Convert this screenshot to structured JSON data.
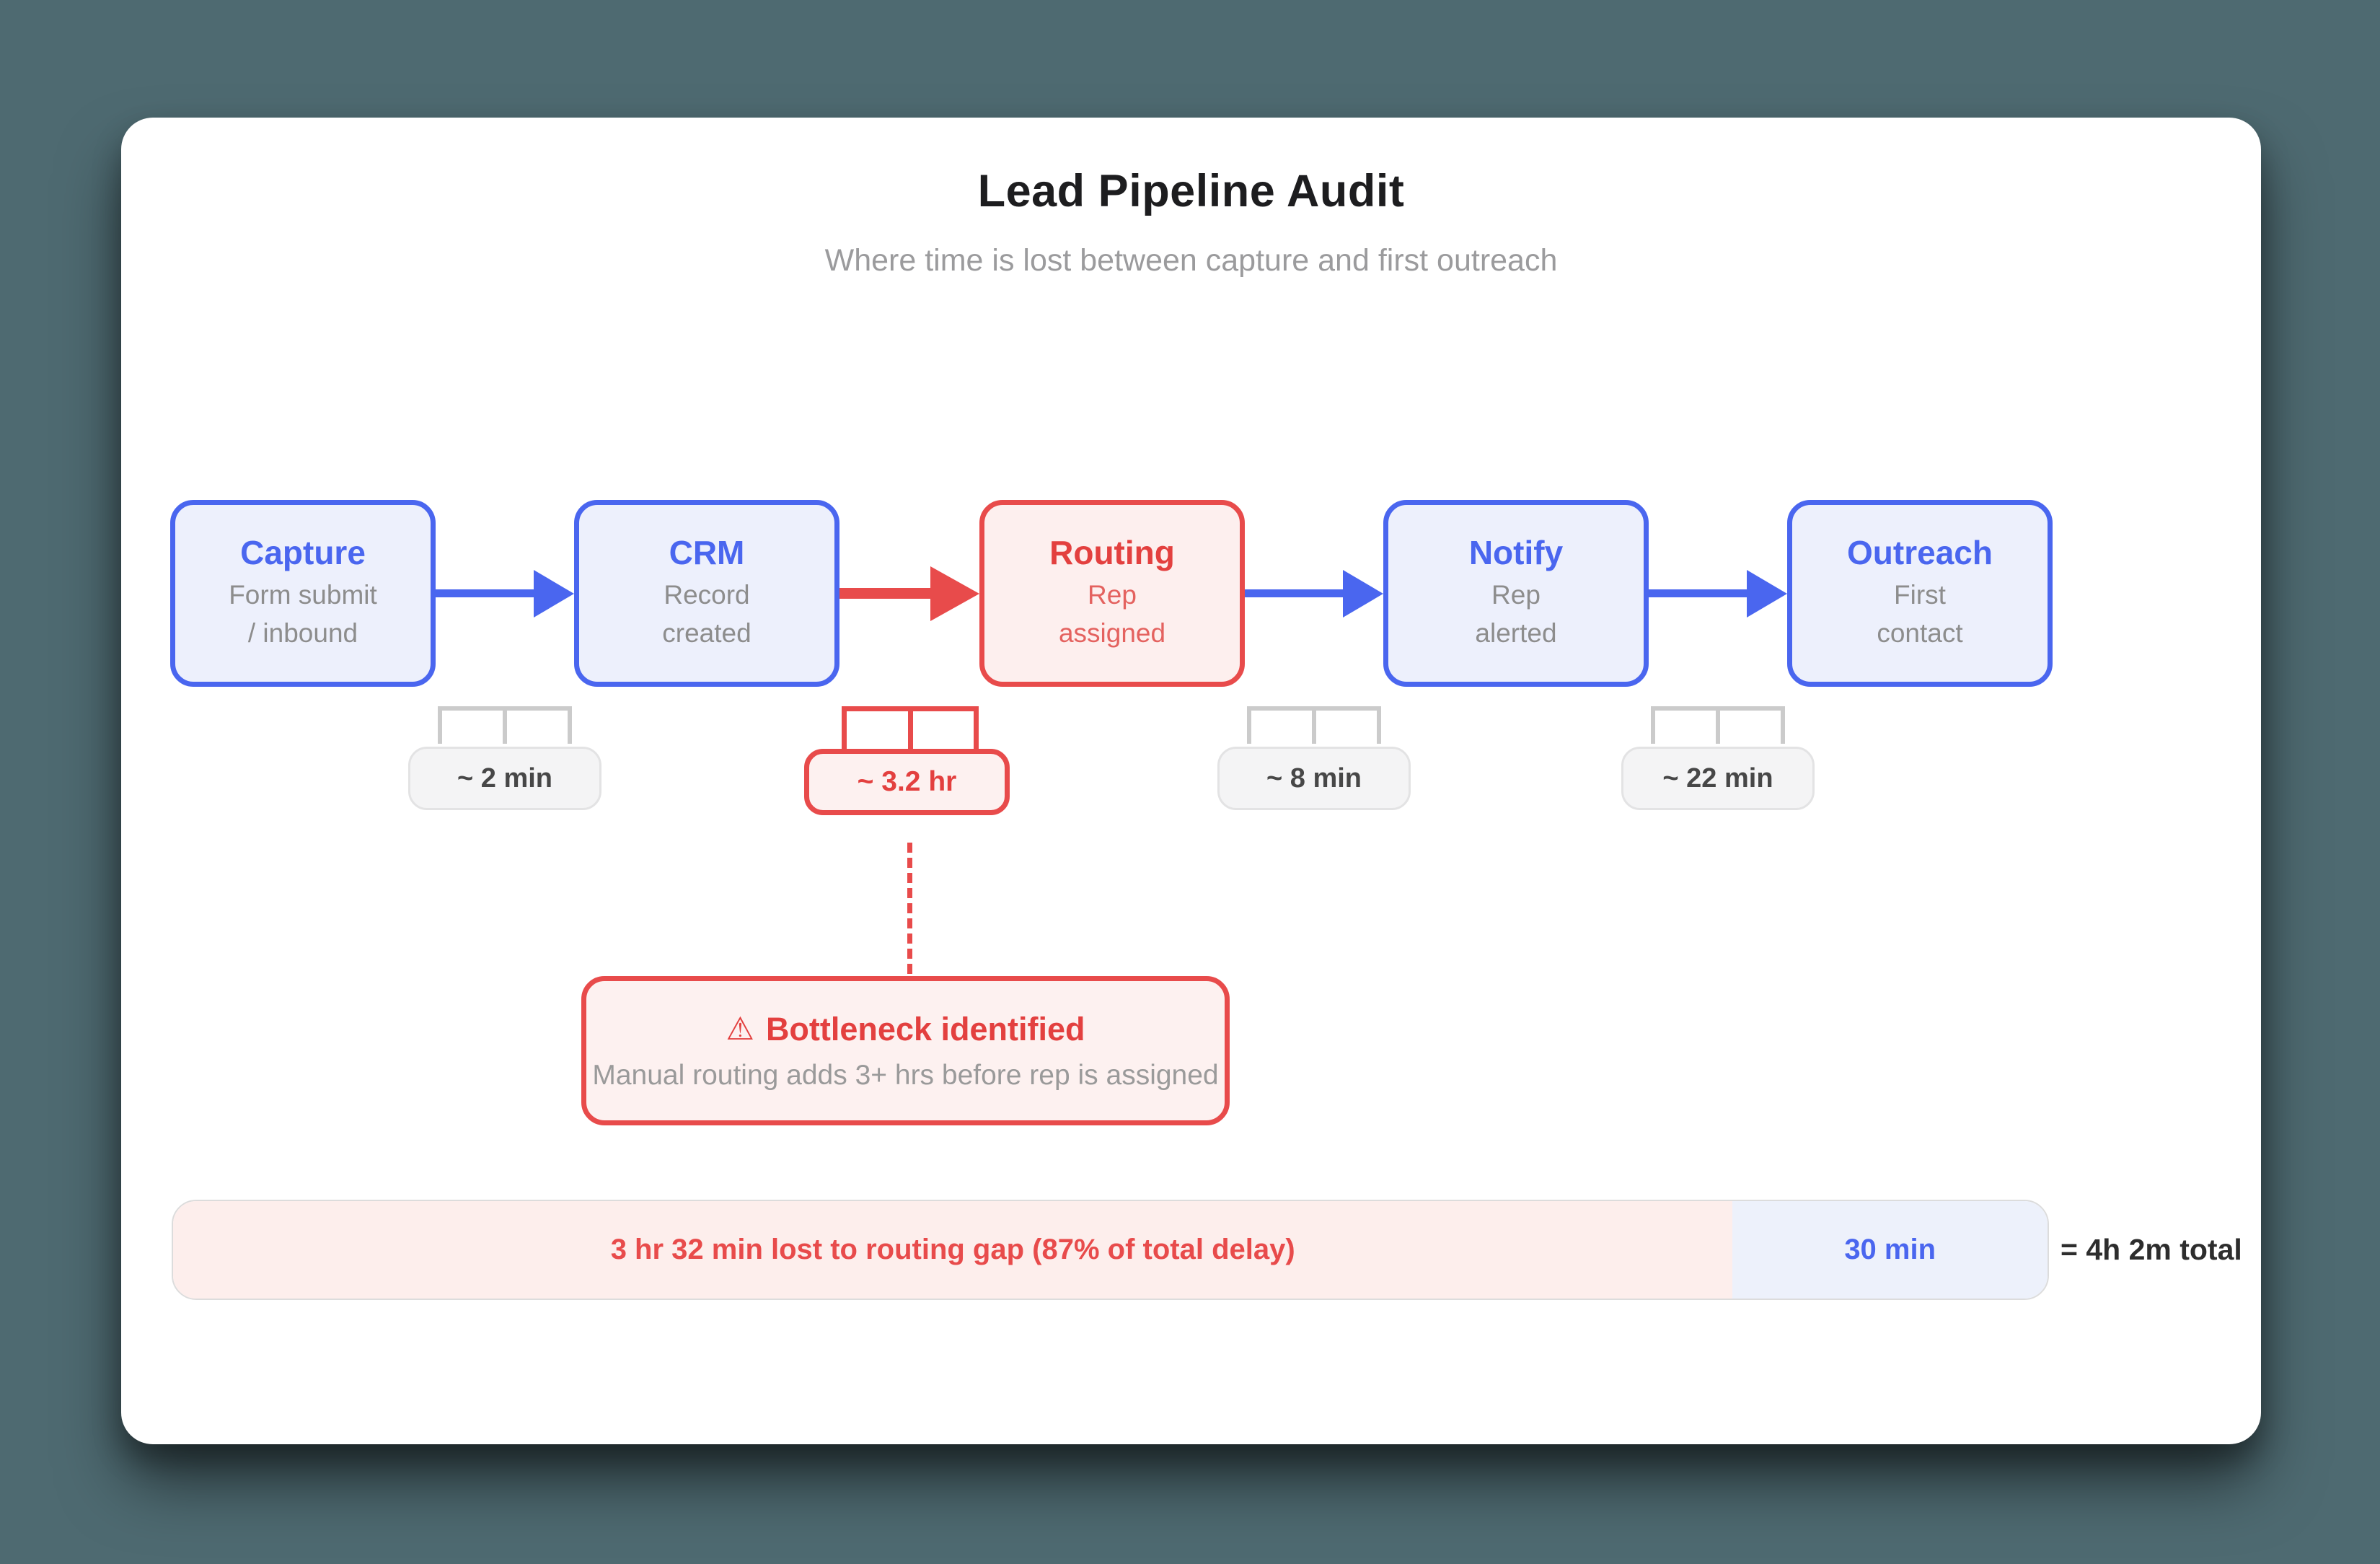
{
  "header": {
    "title": "Lead Pipeline Audit",
    "subtitle": "Where time is lost between capture and first outreach"
  },
  "stages": [
    {
      "title": "Capture",
      "subtitle_line1": "Form submit",
      "subtitle_line2": "/ inbound",
      "emphasis": "normal"
    },
    {
      "title": "CRM",
      "subtitle_line1": "Record",
      "subtitle_line2": "created",
      "emphasis": "normal"
    },
    {
      "title": "Routing",
      "subtitle_line1": "Rep",
      "subtitle_line2": "assigned",
      "emphasis": "bottleneck"
    },
    {
      "title": "Notify",
      "subtitle_line1": "Rep",
      "subtitle_line2": "alerted",
      "emphasis": "normal"
    },
    {
      "title": "Outreach",
      "subtitle_line1": "First",
      "subtitle_line2": "contact",
      "emphasis": "normal"
    }
  ],
  "durations": [
    {
      "label": "~ 2 min",
      "emphasis": "normal"
    },
    {
      "label": "~ 3.2 hr",
      "emphasis": "bottleneck"
    },
    {
      "label": "~ 8 min",
      "emphasis": "normal"
    },
    {
      "label": "~ 22 min",
      "emphasis": "normal"
    }
  ],
  "bottleneck_callout": {
    "icon_glyph": "⚠",
    "title": "Bottleneck identified",
    "description": "Manual routing adds 3+ hrs before rep is assigned"
  },
  "summary_bar": {
    "segments": [
      {
        "label": "3 hr 32 min lost to routing gap (87% of total delay)",
        "width_pct": 83.2,
        "emphasis": "bottleneck"
      },
      {
        "label": "30 min",
        "width_pct": 16.8,
        "emphasis": "normal"
      }
    ],
    "total_label": "= 4h 2m total"
  },
  "colors": {
    "background": "#4e6a71",
    "accent_blue": "#4a66ef",
    "accent_red": "#e84b4b",
    "stage_blue_fill": "#edf0fc",
    "stage_red_fill": "#fdefee",
    "pill_gray_fill": "#f4f4f5",
    "summary_pink_fill": "#fdeeec",
    "summary_blue_fill": "#edf1fb",
    "text_dark": "#1d1d1f",
    "text_gray": "#9b9b9d"
  }
}
